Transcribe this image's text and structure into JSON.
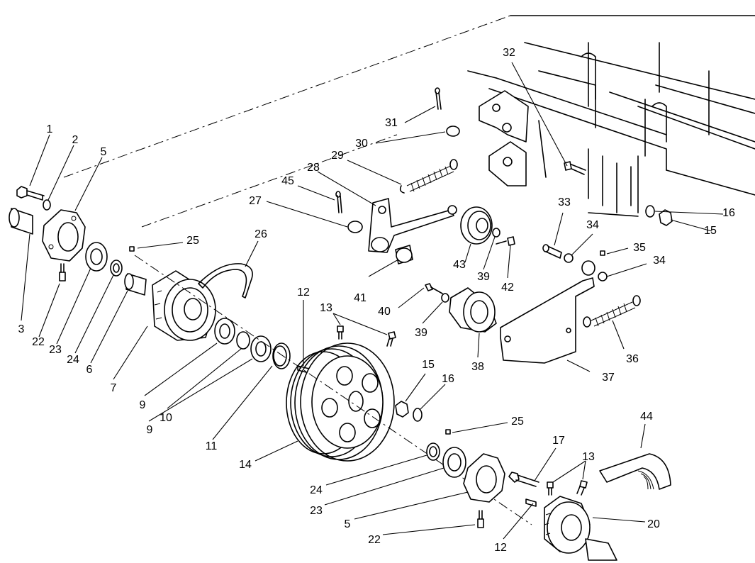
{
  "diagram": {
    "callouts": [
      "1",
      "2",
      "5",
      "3",
      "22",
      "23",
      "24",
      "6",
      "7",
      "25",
      "26",
      "9",
      "10",
      "9",
      "11",
      "12",
      "13",
      "14",
      "15",
      "16",
      "24",
      "25",
      "23",
      "5",
      "22",
      "12",
      "17",
      "13",
      "20",
      "44",
      "27",
      "28",
      "29",
      "30",
      "31",
      "45",
      "41",
      "43",
      "39",
      "42",
      "40",
      "39",
      "38",
      "32",
      "16",
      "15",
      "33",
      "34",
      "35",
      "34",
      "36",
      "37"
    ]
  }
}
